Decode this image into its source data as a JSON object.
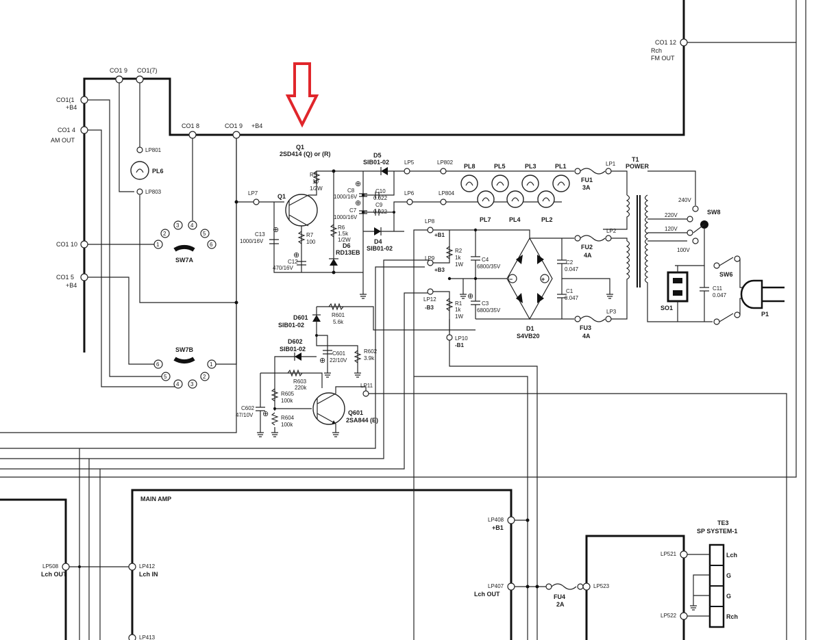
{
  "colors": {
    "ink": "#1a1a1a",
    "arrow": "#e0262b",
    "paper": "#ffffff"
  },
  "connectors": {
    "co1_9a": "CO1 9",
    "co1_7": "CO1(7)",
    "co1_1": "CO1(1",
    "b4_1": "+B4",
    "co1_4": "CO1 4",
    "am_out": "AM OUT",
    "co1_8": "CO1 8",
    "co1_9b": "CO1 9",
    "b4_2": "+B4",
    "co1_10": "CO1 10",
    "co1_5": "CO1 5",
    "b4_3": "+B4",
    "co1_12": "CO1 12",
    "rch": "Rch",
    "fm_out": "FM OUT"
  },
  "lamps": {
    "lp801": "LP801",
    "pl6": "PL6",
    "lp803": "LP803",
    "pl8": "PL8",
    "pl5": "PL5",
    "pl3": "PL3",
    "pl1": "PL1",
    "pl7": "PL7",
    "pl4": "PL4",
    "pl2": "PL2"
  },
  "switches": {
    "sw7a": "SW7A",
    "sw7b": "SW7B",
    "sw8": "SW8",
    "sw6": "SW6",
    "sw7a_pins": [
      "1",
      "2",
      "3",
      "4",
      "5",
      "6"
    ],
    "sw7b_pins": [
      "6",
      "5",
      "4",
      "3",
      "2",
      "1"
    ]
  },
  "transistors": {
    "q1_name": "Q1",
    "q1_part": "2SD414 (Q) or (R)",
    "q1_sym": "Q1",
    "q601_name": "Q601",
    "q601_part": "2SA844 (E)"
  },
  "diodes": {
    "d5": "D5",
    "d5_part": "SIB01-02",
    "d4": "D4",
    "d4_part": "SIB01-02",
    "d6": "D6",
    "d6_part": "RD13EB",
    "d601": "D601",
    "d601_part": "SIB01-02",
    "d602": "D602",
    "d602_part": "SIB01-02",
    "d1": "D1",
    "d1_part": "S4VB20"
  },
  "resistors": {
    "r5": [
      "R5",
      "10",
      "1/2W"
    ],
    "r6": [
      "R6",
      "1.5k",
      "1/2W"
    ],
    "r7": [
      "R7",
      "100"
    ],
    "r2": [
      "R2",
      "1k",
      "1W"
    ],
    "r1": [
      "R1",
      "1k",
      "1W"
    ],
    "r601": [
      "R601",
      "5.6k"
    ],
    "r602": [
      "R602",
      "3.9k"
    ],
    "r603": [
      "R603",
      "220k"
    ],
    "r605": [
      "R605",
      "100k"
    ],
    "r604": [
      "R604",
      "100k"
    ]
  },
  "capacitors": {
    "c8": [
      "C8",
      "1000/16V"
    ],
    "c10": [
      "C10",
      "0.022"
    ],
    "c7": [
      "C7",
      "1000/16V"
    ],
    "c9": [
      "C9",
      "0.022"
    ],
    "c13": [
      "C13",
      "1000/16V"
    ],
    "c12": [
      "C12",
      "470/16V"
    ],
    "c4": [
      "C4",
      "6800/35V"
    ],
    "c3": [
      "C3",
      "6800/35V"
    ],
    "c2": [
      "C2",
      "0.047"
    ],
    "c1": [
      "C1",
      "0.047"
    ],
    "c11": [
      "C11",
      "0.047"
    ],
    "c601": [
      "C601",
      "22/10V"
    ],
    "c602": [
      "C602",
      "47/10V"
    ]
  },
  "points": {
    "lp7": "LP7",
    "lp5": "LP5",
    "lp802": "LP802",
    "lp6": "LP6",
    "lp804": "LP804",
    "lp1": "LP1",
    "lp2": "LP2",
    "lp3": "LP3",
    "lp8": "LP8",
    "b1": "+B1",
    "lp9": "LP9",
    "b3": "+B3",
    "lp12": "LP12",
    "mb3": "-B3",
    "lp10": "LP10",
    "mb1": "-B1",
    "lp11": "LP11"
  },
  "fuses": {
    "fu1": [
      "FU1",
      "3A"
    ],
    "fu2": [
      "FU2",
      "4A"
    ],
    "fu3": [
      "FU3",
      "4A"
    ],
    "fu4": [
      "FU4",
      "2A"
    ]
  },
  "transformer": {
    "t1": "T1",
    "power": "POWER",
    "taps": [
      "240V",
      "220V",
      "120V",
      "100V"
    ]
  },
  "mains": {
    "so1": "SO1",
    "p1": "P1"
  },
  "amp": {
    "main_amp": "MAIN AMP",
    "lp508": "LP508",
    "lch_out_l": "Lch OUT",
    "lp412": "LP412",
    "lch_in": "Lch IN",
    "lp413": "LP413",
    "lp408": "LP408",
    "b1": "+B1",
    "lp407": "LP407",
    "lch_out_r": "Lch OUT",
    "lp523": "LP523"
  },
  "speaker": {
    "te3": "TE3",
    "sp_system": "SP SYSTEM-1",
    "lp521": "LP521",
    "lp522": "LP522",
    "pins": [
      "Lch",
      "G",
      "G",
      "Rch"
    ]
  }
}
